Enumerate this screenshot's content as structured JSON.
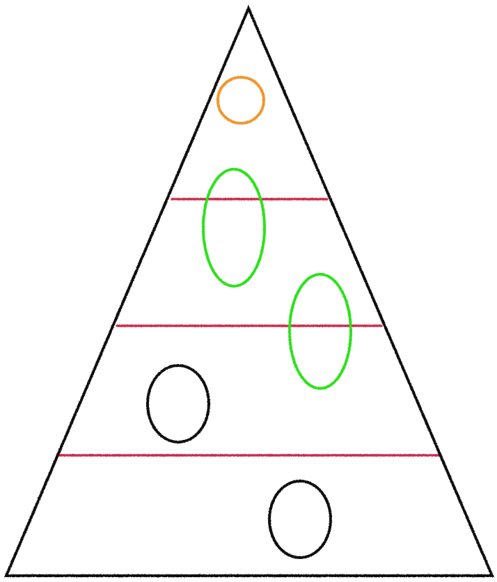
{
  "colors": {
    "background": "#ffffff",
    "triangle_outline": "#111111",
    "divider_lines": "#cc2a4c",
    "orange_ring": "#f0962a",
    "green_ring": "#2ee01c",
    "black_ring": "#111111"
  },
  "diagram": {
    "shape": "triangle",
    "tier_count": 4,
    "tier_dividers": 3,
    "rings": [
      {
        "tier": 1,
        "color": "orange"
      },
      {
        "tier": 2,
        "color": "green"
      },
      {
        "tier": 3,
        "color": "green"
      },
      {
        "tier": 3,
        "color": "black"
      },
      {
        "tier": 4,
        "color": "black"
      }
    ]
  }
}
